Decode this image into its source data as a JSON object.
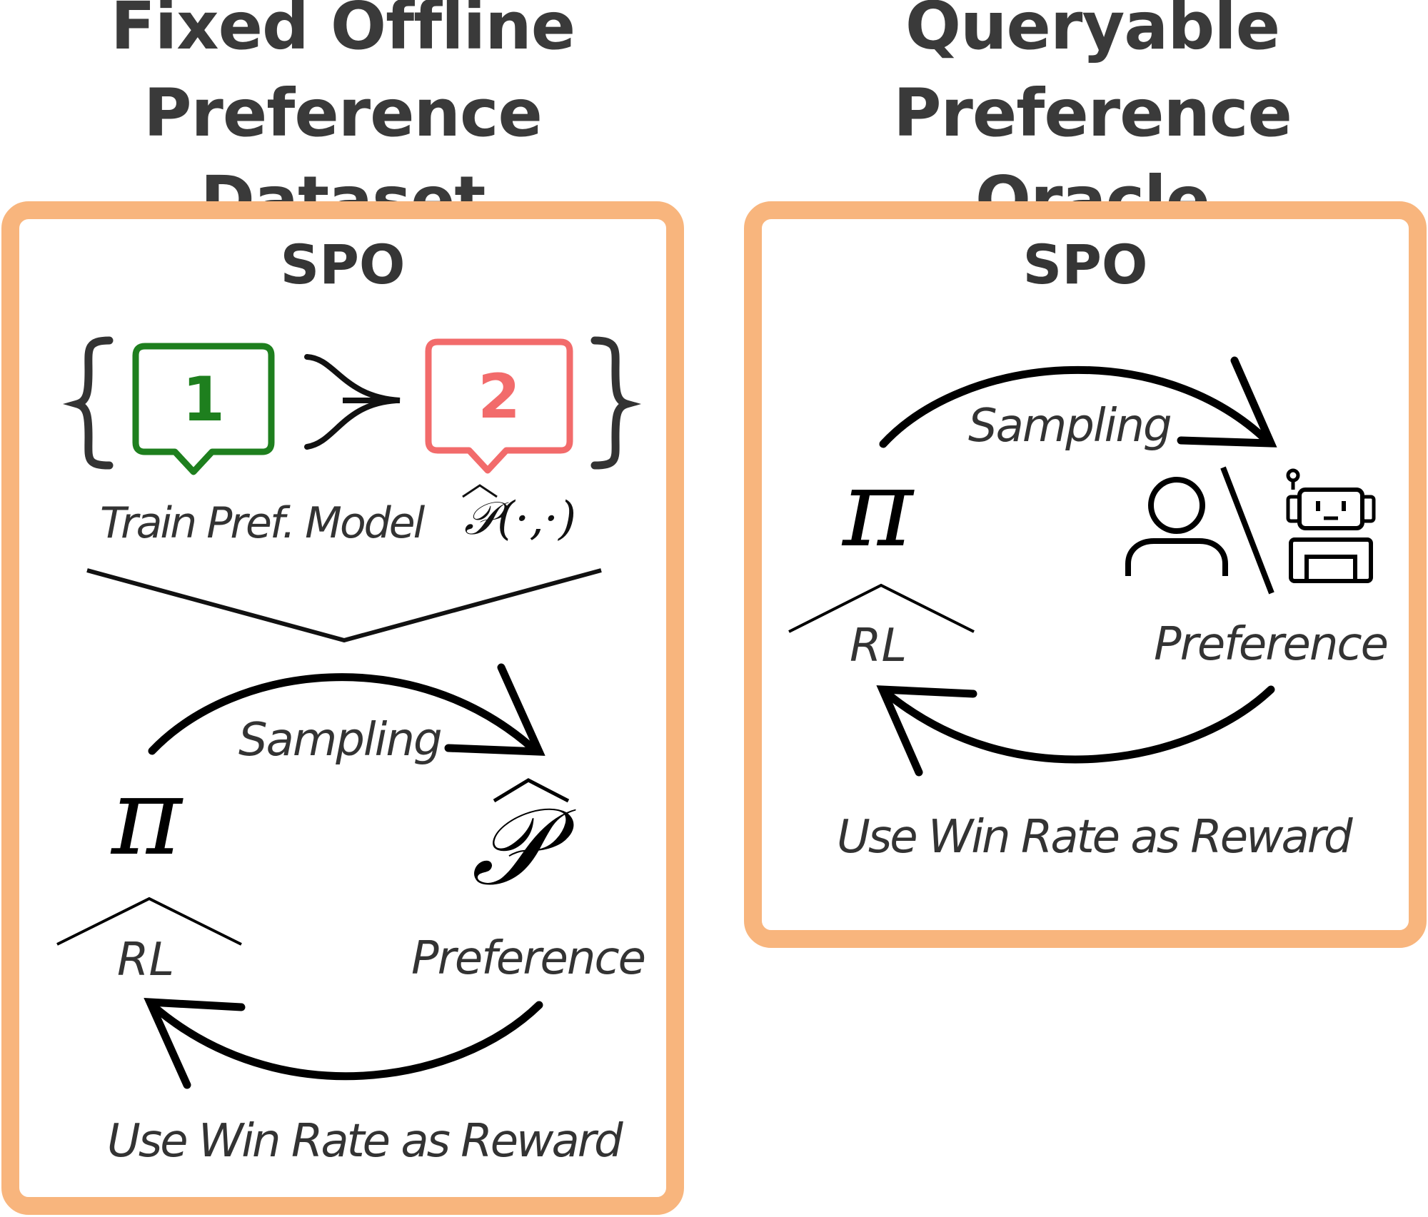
{
  "titles": {
    "left": [
      "Fixed Offline",
      "Preference Dataset"
    ],
    "right": [
      "Queryable",
      "Preference Oracle"
    ]
  },
  "left_panel": {
    "header": "SPO",
    "option_1": "1",
    "option_2": "2",
    "train_label": "Train Pref. Model",
    "pref_model_math": "𝒫(·,·)",
    "sampling": "Sampling",
    "policy_symbol": "π",
    "pref_symbol": "𝒫",
    "rl": "RL",
    "preference": "Preference",
    "reward": "Use Win Rate as Reward"
  },
  "right_panel": {
    "header": "SPO",
    "sampling": "Sampling",
    "policy_symbol": "π",
    "rl": "RL",
    "preference": "Preference",
    "reward": "Use Win Rate as Reward"
  },
  "colors": {
    "panel_border": "#f8b57d",
    "option_1": "#1e7f1e",
    "option_2": "#f26b6b",
    "text": "#333333"
  },
  "icons": [
    "human-icon",
    "robot-icon"
  ]
}
